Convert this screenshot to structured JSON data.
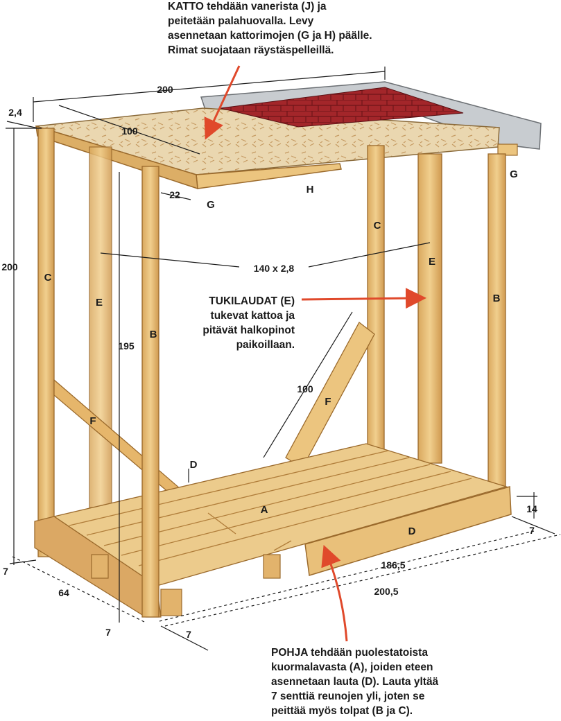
{
  "notes": {
    "roof": "KATTO tehdään vanerista (J) ja\npeitetään palahuovalla. Levy\nasennetaan kattorimojen (G ja H) päälle.\nRimat suojataan räystäspelleillä.",
    "support": "TUKILAUDAT (E)\ntukevat kattoa ja\npitävät halkopinot\npaikoillaan.",
    "base": "POHJA tehdään puolestatoista\nkuormalavasta (A), joiden eteen\nasennetaan lauta (D). Lauta yltää\n7 senttiä reunojen yli, joten se\npeittää myös tolpat (B ja C)."
  },
  "dimensions": {
    "roof_width": "200",
    "roof_overhang": "2,4",
    "roof_depth": "100",
    "rafter_offset": "22",
    "total_height": "200",
    "board_size": "140 x 2,8",
    "inner_height": "195",
    "brace_length": "100",
    "pallet_height": "14",
    "side_offset": "7",
    "base_width_inner": "186,5",
    "base_width_total": "200,5",
    "base_depth": "64",
    "front_offset_left": "7",
    "front_offset_bottom": "7",
    "corner_offset": "7"
  },
  "parts": {
    "A": "A",
    "B": "B",
    "C": "C",
    "D": "D",
    "E": "E",
    "F": "F",
    "G": "G",
    "H": "H"
  },
  "colors": {
    "wood": "#ecc57f",
    "wood_dark": "#c9964a",
    "wood_edge": "#9b6a2c",
    "plywood": "#e8d2a8",
    "felt": "#a8282b",
    "metal": "#c8ccd0",
    "arrow": "#e0492b",
    "line": "#1a1a1a"
  }
}
